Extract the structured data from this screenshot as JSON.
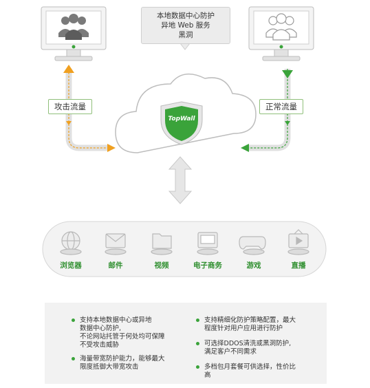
{
  "callout": {
    "line1": "本地数据中心防护",
    "line2": "异地 Web 服务",
    "line3": "黑洞"
  },
  "flow": {
    "attack": "攻击流量",
    "normal": "正常流量"
  },
  "shield": {
    "text": "TopWall"
  },
  "apps": [
    {
      "label": "浏览器",
      "icon": "globe-icon"
    },
    {
      "label": "邮件",
      "icon": "envelope-icon"
    },
    {
      "label": "视频",
      "icon": "folder-icon"
    },
    {
      "label": "电子商务",
      "icon": "shop-icon"
    },
    {
      "label": "游戏",
      "icon": "gamepad-icon"
    },
    {
      "label": "直播",
      "icon": "tv-play-icon"
    }
  ],
  "bullets_left": [
    {
      "lines": [
        "支持本地数据中心或异地",
        "数据中心防护,",
        "不论网站托管于何处均可保障",
        "不受攻击威胁"
      ]
    },
    {
      "lines": [
        "海量带宽防护能力，能够最大",
        "限度抵御大带宽攻击"
      ]
    }
  ],
  "bullets_right": [
    {
      "lines": [
        "支持精细化防护策略配置，最大",
        "程度针对用户应用进行防护"
      ]
    },
    {
      "lines": [
        "可选择DDOS清洗或黑洞防护,",
        "满足客户不同需求"
      ]
    },
    {
      "lines": [
        "多档包月套餐可供选择，性价比",
        "高"
      ]
    }
  ],
  "colors": {
    "green": "#3aa33a",
    "orange": "#f0a020",
    "gray": "#dcdcdc"
  }
}
